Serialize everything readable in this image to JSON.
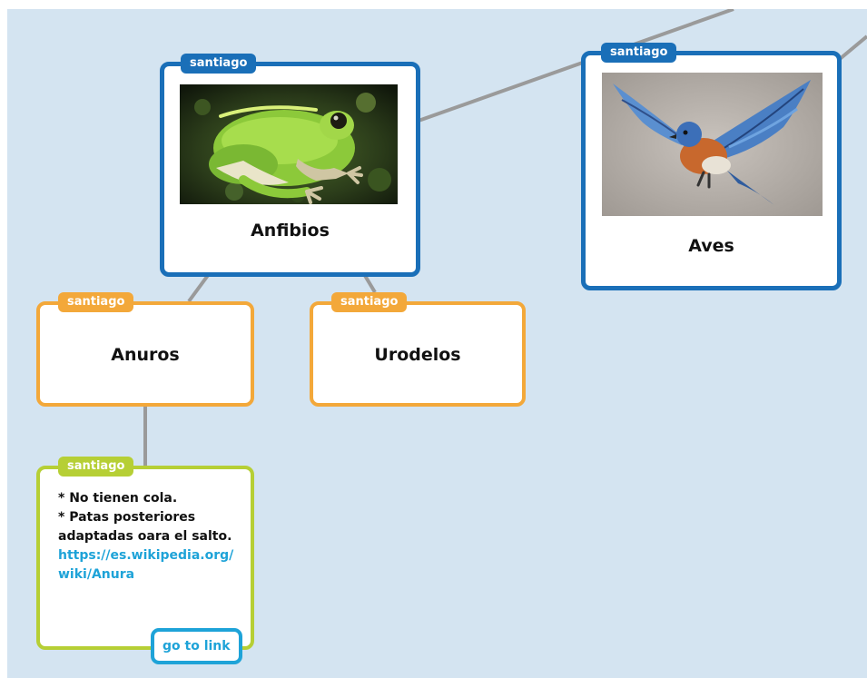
{
  "nodes": {
    "anfibios": {
      "author": "santiago",
      "title": "Anfibios",
      "image": "frog-photo"
    },
    "aves": {
      "author": "santiago",
      "title": "Aves",
      "image": "bluebird-photo"
    },
    "anuros": {
      "author": "santiago",
      "title": "Anuros"
    },
    "urodelos": {
      "author": "santiago",
      "title": "Urodelos"
    },
    "anuros_note": {
      "author": "santiago",
      "lines": [
        "* No tienen cola.",
        "* Patas posteriores adaptadas oara el salto."
      ],
      "url": "https://es.wikipedia.org/wiki/Anura",
      "link_label": "go to link"
    }
  },
  "colors": {
    "canvas": "#d4e4f1",
    "blue_node": "#1a6fb8",
    "orange_node": "#f3a83a",
    "green_node": "#b6cf35",
    "link": "#1ea3d8",
    "connector": "#9a9a9a"
  }
}
